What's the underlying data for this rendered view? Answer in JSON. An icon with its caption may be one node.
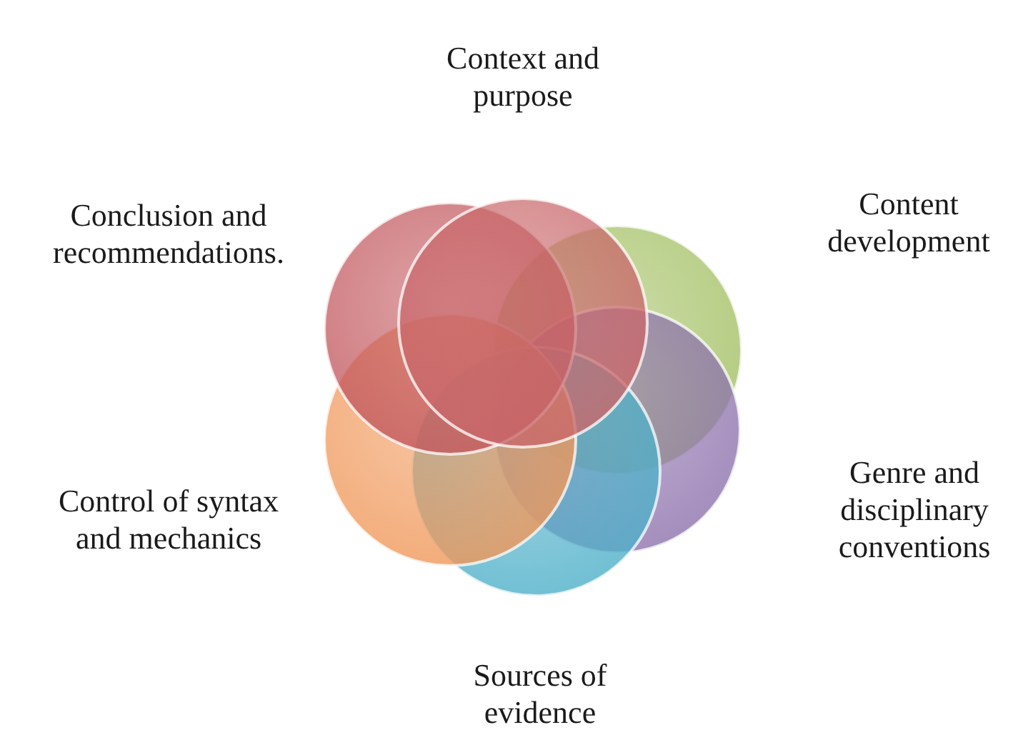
{
  "diagram": {
    "nodes": [
      {
        "text": [],
        "shape": "circle",
        "beside": [
          "Context and purpose"
        ]
      },
      {
        "text": [],
        "shape": "circle",
        "beside": [
          "Content development"
        ]
      },
      {
        "text": [],
        "shape": "circle",
        "beside": [
          "Genre and disciplinary conventions"
        ]
      },
      {
        "text": [],
        "shape": "circle",
        "beside": [
          "Sources of evidence"
        ]
      },
      {
        "text": [],
        "shape": "circle",
        "beside": [
          "Control of syntax and mechanics"
        ]
      },
      {
        "text": [],
        "shape": "circle",
        "beside": [
          "Conclusion and recommendations."
        ]
      }
    ]
  }
}
